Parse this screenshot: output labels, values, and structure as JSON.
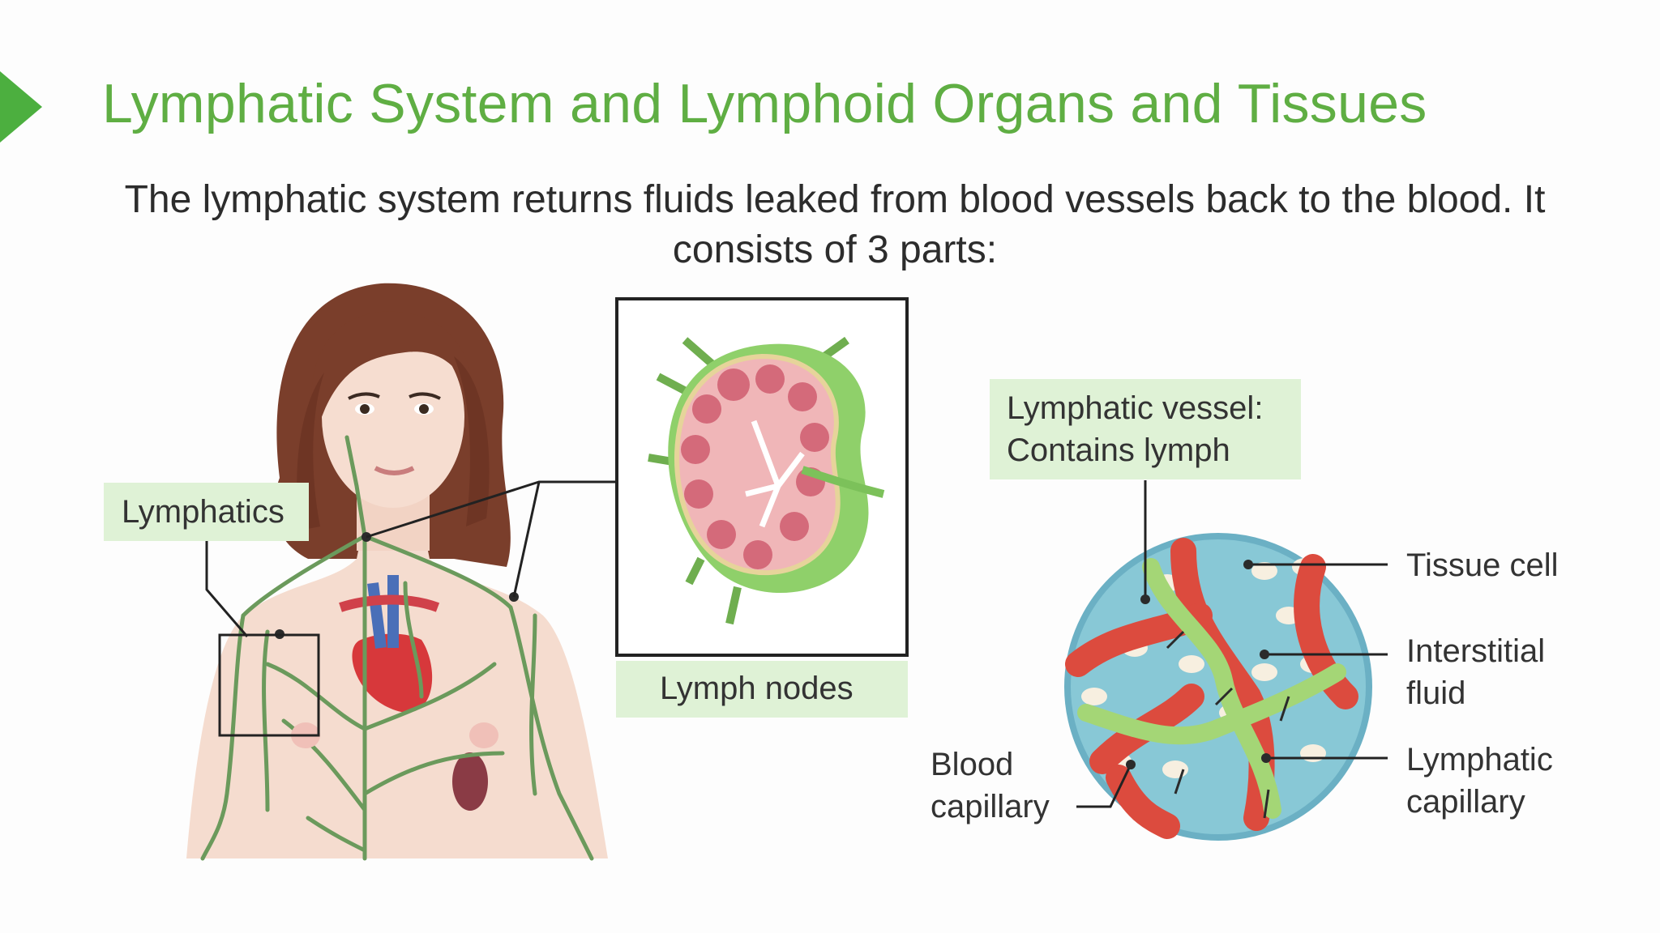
{
  "slide": {
    "title": "Lymphatic System and Lymphoid Organs and Tissues",
    "subtitle": "The lymphatic system returns fluids leaked from blood vessels back to the blood. It consists of 3 parts:"
  },
  "labels": {
    "lymphatics": "Lymphatics",
    "lymph_nodes": "Lymph nodes",
    "lymphatic_vessel_line1": "Lymphatic vessel:",
    "lymphatic_vessel_line2": "Contains lymph",
    "tissue_cell": "Tissue cell",
    "interstitial_fluid_line1": "Interstitial",
    "interstitial_fluid_line2": "fluid",
    "lymphatic_capillary_line1": "Lymphatic",
    "lymphatic_capillary_line2": "capillary",
    "blood_capillary_line1": "Blood",
    "blood_capillary_line2": "capillary"
  },
  "colors": {
    "title_green": "#5fae43",
    "label_box_green": "#dff2d6",
    "lymph_green": "#6b9a5c",
    "blood_red": "#d9473d",
    "skin": "#f5dccf",
    "hair": "#7a3e2b"
  }
}
